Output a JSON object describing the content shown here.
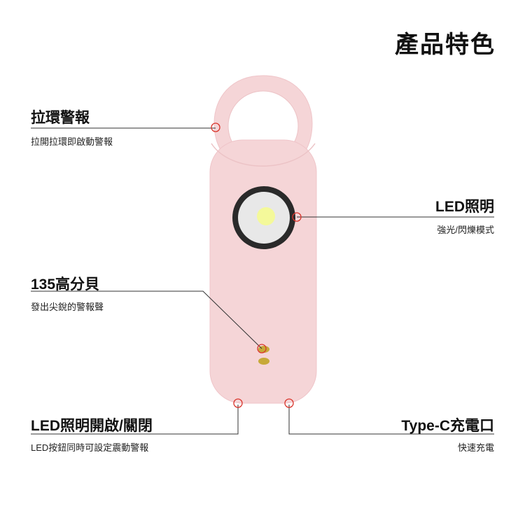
{
  "page": {
    "title": "產品特色"
  },
  "features": {
    "pull_ring": {
      "title": "拉環警報",
      "desc": "拉開拉環即啟動警報"
    },
    "led": {
      "title": "LED照明",
      "desc": "強光/閃爍模式"
    },
    "decibel": {
      "title": "135高分貝",
      "desc": "發出尖銳的警報聲"
    },
    "led_switch": {
      "title": "LED照明開啟/關閉",
      "desc": "LED按鈕同時可設定震動警報"
    },
    "typec": {
      "title": "Type-C充電口",
      "desc": "快速充電"
    }
  },
  "colors": {
    "device_body": "#f5d5d7",
    "device_edge": "#f0c8cb",
    "led_ring": "#2a2a2a",
    "led_light": "#f4f99a",
    "marker": "#d9342b",
    "leader_line": "#333333"
  }
}
